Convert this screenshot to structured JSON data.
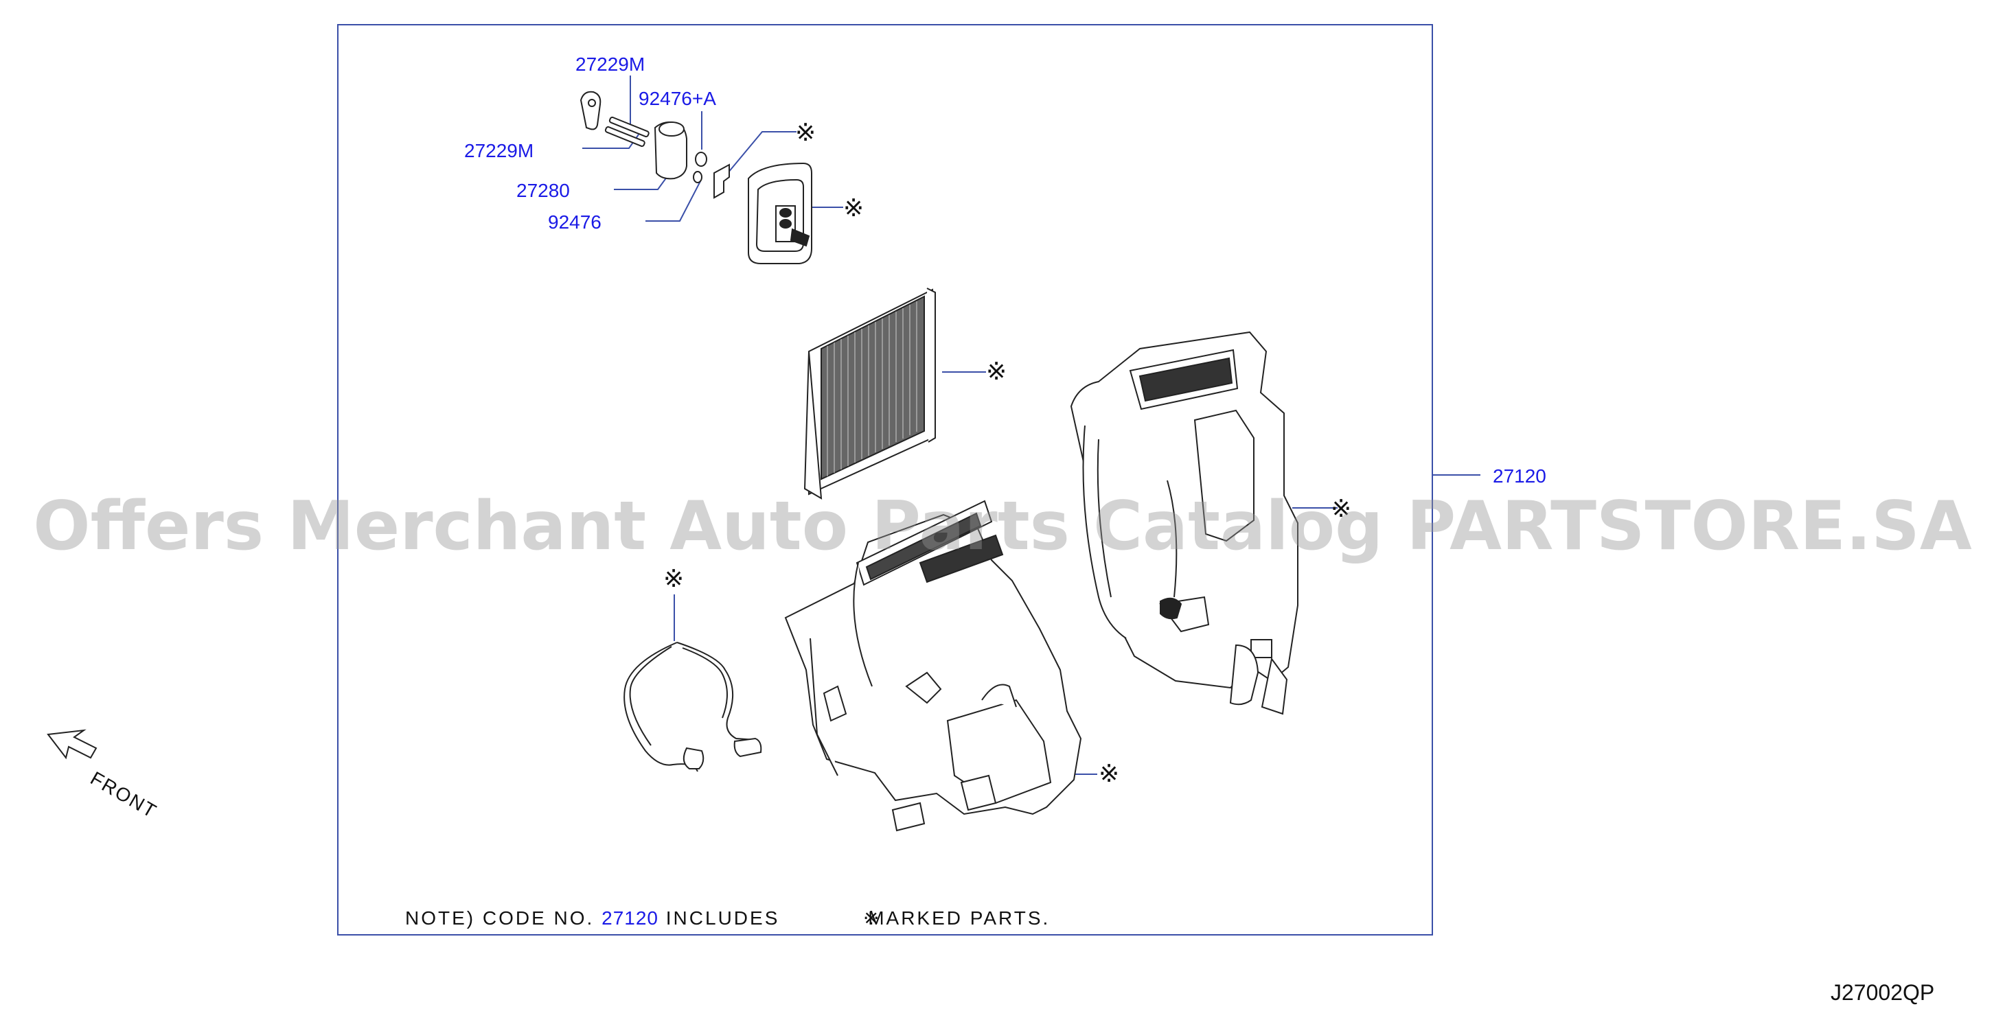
{
  "labels": {
    "p27229m_top": "27229M",
    "p92476a": "92476+A",
    "p27229m_left": "27229M",
    "p27280": "27280",
    "p92476": "92476",
    "p27120": "27120"
  },
  "asterisk_symbol": "※",
  "note": {
    "prefix": "NOTE)  CODE  NO.",
    "code": "27120",
    "middle": "INCLUDES",
    "suffix": "MARKED  PARTS."
  },
  "front_label": "FRONT",
  "diagram_code": "J27002QP",
  "watermark": "Offers Merchant Auto Parts Catalog PARTSTORE.SA",
  "colors": {
    "label_blue": "#1a1ae6",
    "frame_blue": "#3a4fa8",
    "line_dark": "#222222"
  }
}
